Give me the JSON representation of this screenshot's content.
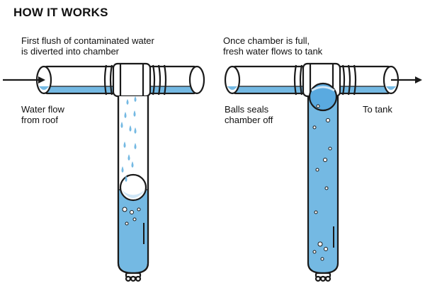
{
  "title": "HOW IT WORKS",
  "left": {
    "caption": [
      "First flush of contaminated water",
      "is diverted into chamber"
    ],
    "flow_label": [
      "Water flow",
      "from roof"
    ]
  },
  "right": {
    "caption": [
      "Once chamber is full,",
      "fresh water flows to tank"
    ],
    "seal_label": [
      "Balls seals",
      "chamber off"
    ],
    "tank_label": "To tank"
  },
  "colors": {
    "water": "#74b9e3",
    "water_light": "#cfe6f6",
    "outline": "#1a1a1a",
    "text": "#111111"
  }
}
